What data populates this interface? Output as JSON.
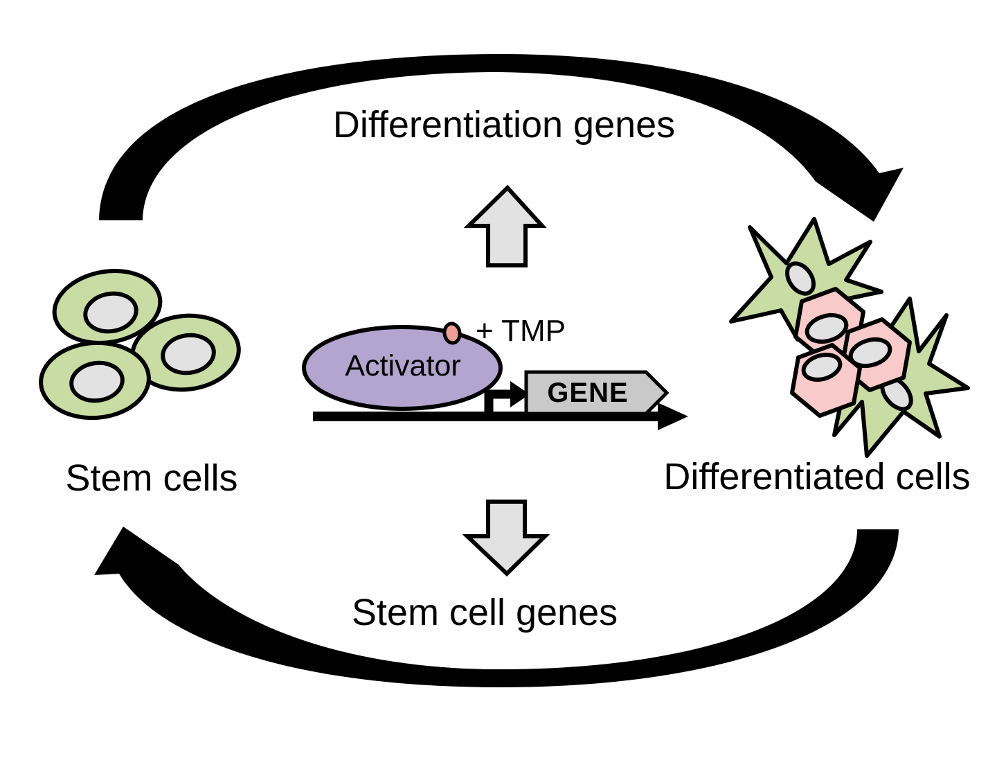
{
  "diagram": {
    "top_cycle_label": "Differentiation genes",
    "bottom_cycle_label": "Stem cell genes",
    "left_label": "Stem cells",
    "right_label": "Differentiated cells",
    "gene_module": {
      "activator_label": "Activator",
      "ligand_label": "+ TMP",
      "gene_label": "GENE"
    },
    "colors": {
      "ink": "#000000",
      "stem-green": "#c9dca3",
      "nucleus-gray": "#e2e2e2",
      "hex-pink": "#f9caca",
      "activator-purple": "#b3a5d0",
      "tmp-salmon": "#ef9f98",
      "gene-gray": "#c9c9c9",
      "block-arrow-gray": "#e2e2e2"
    }
  }
}
